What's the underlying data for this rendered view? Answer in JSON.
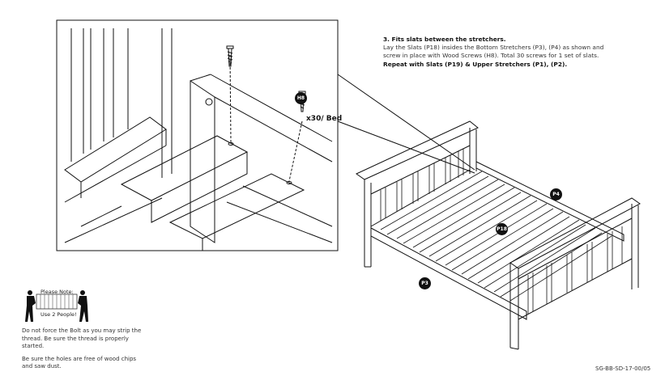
{
  "instructions": {
    "heading": "3. Fits slats between the stretchers.",
    "line1": "Lay the Slats (P18) insides the Bottom Stretchers (P3), (P4) as shown and",
    "line2": "screw in place with Wood Screws (H8). Total 30 screws for 1 set of slats.",
    "repeat": "Repeat with Slats (P19) & Upper Stretchers (P1), (P2)."
  },
  "detail": {
    "screw_label": "H8",
    "quantity": "x30/ Bed"
  },
  "parts": {
    "p4": "P4",
    "p18": "P18",
    "p3": "P3"
  },
  "note": {
    "title": "Please Note:",
    "people": "Use 2 People!",
    "text1": "Do not force the Bolt as you may strip the thread. Be sure the thread is properly started.",
    "text2": "Be sure the holes are free of wood chips and saw dust."
  },
  "footer": {
    "code": "SG-BB-SD-17-00/05"
  }
}
